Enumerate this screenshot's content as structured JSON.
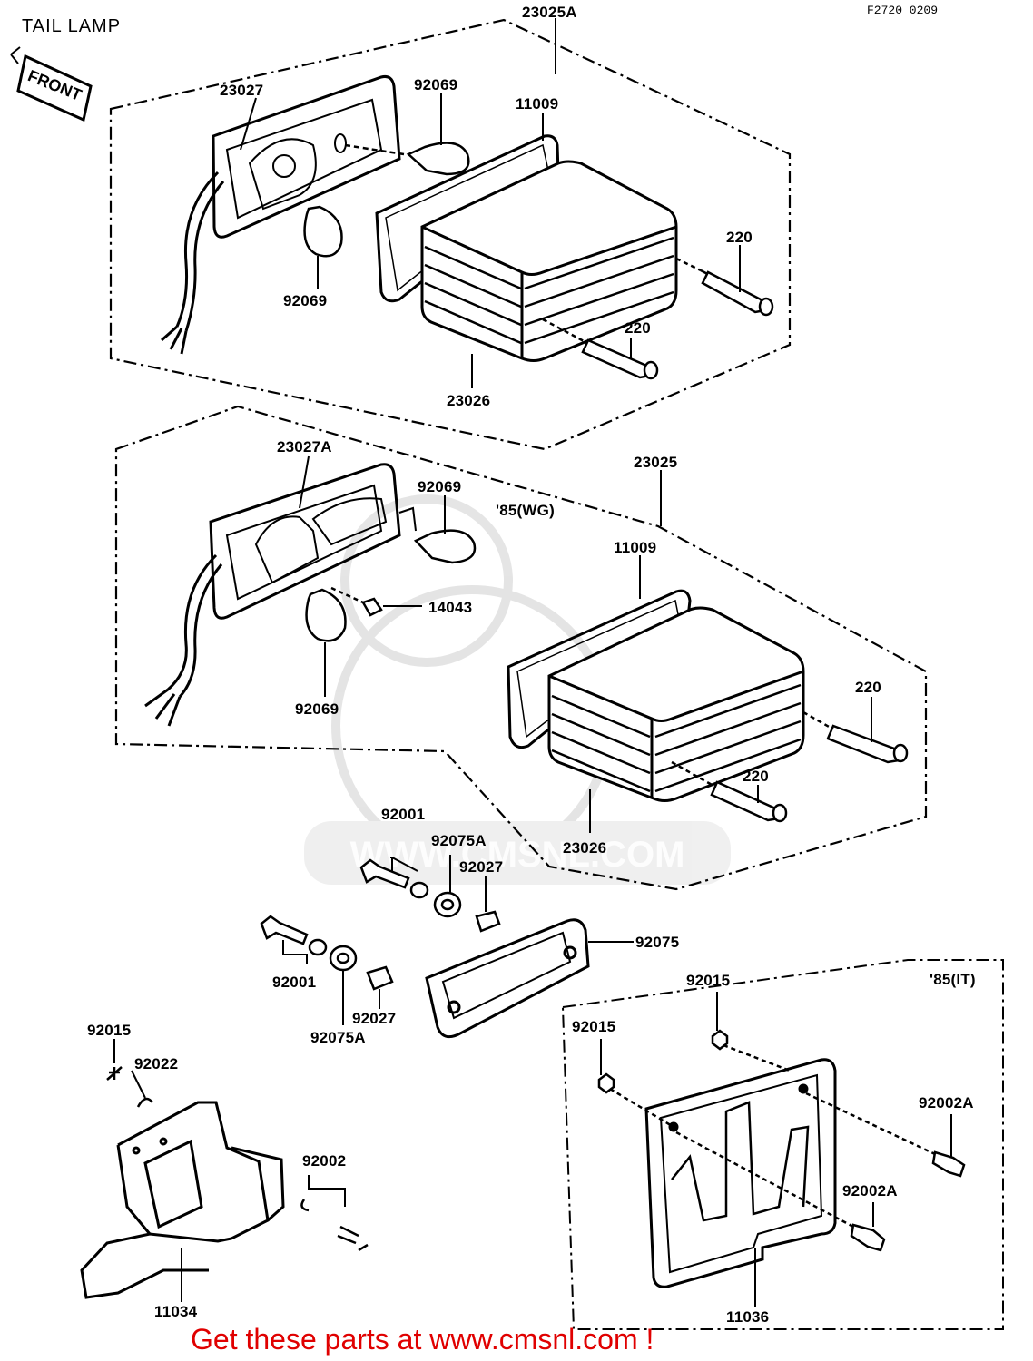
{
  "title": "TAIL LAMP",
  "drawing_code": "F2720 0209",
  "front_label": "FRONT",
  "watermark": "WWW.CMSNL.COM",
  "banner": "Get these parts at www.cmsnl.com !",
  "upper_assembly": {
    "assembly": "23025A",
    "lens_housing": "23027",
    "bulb_top": "92069",
    "bulb_bottom": "92069",
    "gasket": "11009",
    "lens": "23026",
    "screw_a": "220",
    "screw_b": "220"
  },
  "middle_assembly": {
    "assembly": "23025",
    "variant": "'85(WG)",
    "lens_housing": "23027A",
    "bulb_top": "92069",
    "bulb_bottom": "92069",
    "socket": "14043",
    "gasket": "11009",
    "lens": "23026",
    "screw_a": "220",
    "screw_b": "220"
  },
  "mount_parts": {
    "bolt_upper": "92001",
    "grommet_upper": "92075A",
    "collar_upper": "92027",
    "bolt_lower": "92001",
    "collar_lower": "92027",
    "grommet_lower": "92075A",
    "bracket_pad": "92075"
  },
  "bracket_parts": {
    "nut": "92015",
    "clip": "92022",
    "screw": "92002",
    "bracket": "11034"
  },
  "plate_assembly": {
    "variant": "'85(IT)",
    "nut_a": "92015",
    "nut_b": "92015",
    "bolt_a": "92002A",
    "bolt_b": "92002A",
    "plate": "11036"
  }
}
